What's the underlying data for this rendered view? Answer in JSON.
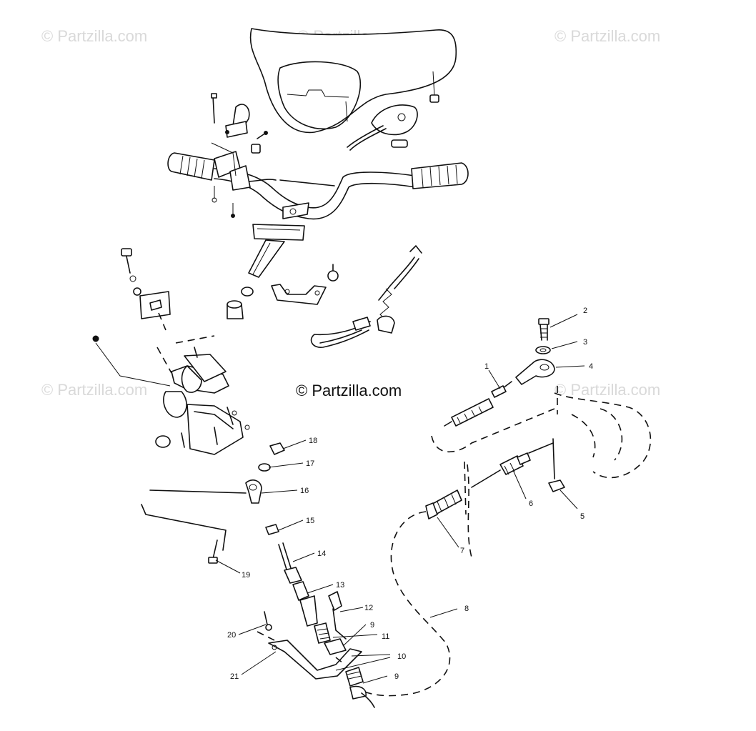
{
  "watermarks": [
    "© Partzilla.com",
    "© Partzilla.com",
    "© Partzilla.com",
    "© Partzilla.com",
    "© Partzilla.com"
  ],
  "copyright": "© Partzilla.com",
  "callouts": {
    "c1": "1",
    "c2": "2",
    "c3": "3",
    "c4": "4",
    "c5": "5",
    "c6": "6",
    "c7": "7",
    "c8": "8",
    "c9a": "9",
    "c9b": "9",
    "c10": "10",
    "c11": "11",
    "c12": "12",
    "c13": "13",
    "c14": "14",
    "c15": "15",
    "c16": "16",
    "c17": "17",
    "c18": "18",
    "c19": "19",
    "c20": "20",
    "c21": "21"
  }
}
